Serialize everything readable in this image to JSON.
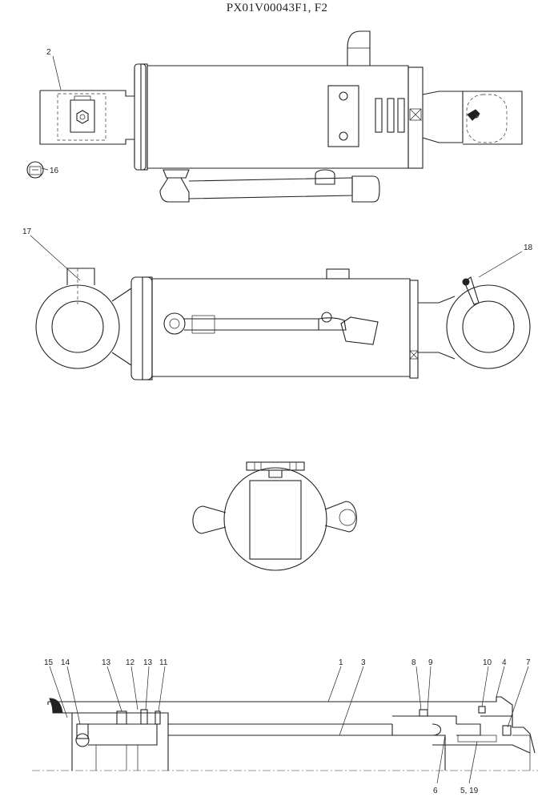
{
  "drawing_id": "PX01V00043F1, F2",
  "callouts": {
    "c2": "2",
    "c16": "16",
    "c17": "17",
    "c18": "18",
    "c15": "15",
    "c14": "14",
    "c13a": "13",
    "c12": "12",
    "c13b": "13",
    "c11": "11",
    "c1": "1",
    "c3": "3",
    "c8": "8",
    "c9": "9",
    "c10": "10",
    "c4": "4",
    "c7": "7",
    "c6": "6",
    "c519": "5, 19"
  }
}
